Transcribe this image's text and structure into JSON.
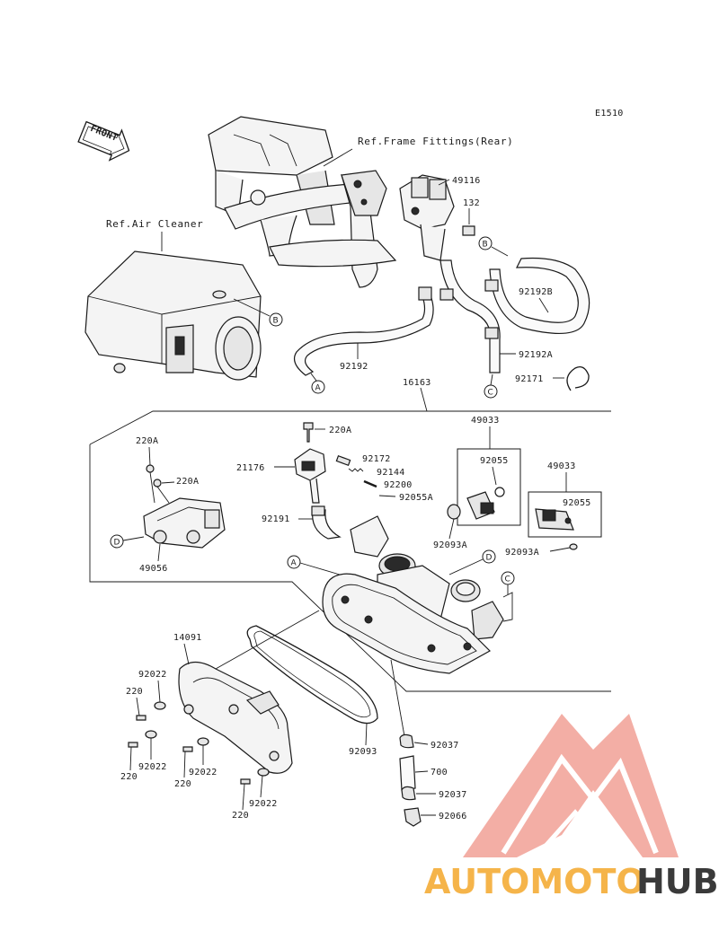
{
  "diagram_code": "E1510",
  "front_label": "FRONT",
  "refs": {
    "frame_fittings": "Ref.Frame Fittings(Rear)",
    "air_cleaner": "Ref.Air Cleaner"
  },
  "connectors": {
    "A": "A",
    "B": "B",
    "C": "C",
    "D": "D"
  },
  "parts": {
    "p49116": "49116",
    "p132": "132",
    "p92192B": "92192B",
    "p92192": "92192",
    "p92192A": "92192A",
    "p92171": "92171",
    "p16163": "16163",
    "p49033_a": "49033",
    "p92055_a": "92055",
    "p49033_b": "49033",
    "p92055_b": "92055",
    "p92093A_a": "92093A",
    "p92093A_b": "92093A",
    "p220A_top": "220A",
    "p220A_left": "220A",
    "p220A_mid": "220A",
    "p21176": "21176",
    "p92172": "92172",
    "p92144": "92144",
    "p92200": "92200",
    "p92055A": "92055A",
    "p92191": "92191",
    "p49056": "49056",
    "p14091": "14091",
    "p92022_1": "92022",
    "p220_1": "220",
    "p92022_2": "92022",
    "p220_2": "220",
    "p92022_3": "92022",
    "p220_3": "220",
    "p92022_4": "92022",
    "p220_4": "220",
    "p92093": "92093",
    "p92037_a": "92037",
    "p700": "700",
    "p92037_b": "92037",
    "p92066": "92066"
  },
  "watermark": {
    "part1": "AUTOMOTO",
    "part2": "HUB",
    "color_primary": "#f0a59a",
    "color_secondary": "#f5b44a",
    "color_dark": "#3a3a3a"
  }
}
